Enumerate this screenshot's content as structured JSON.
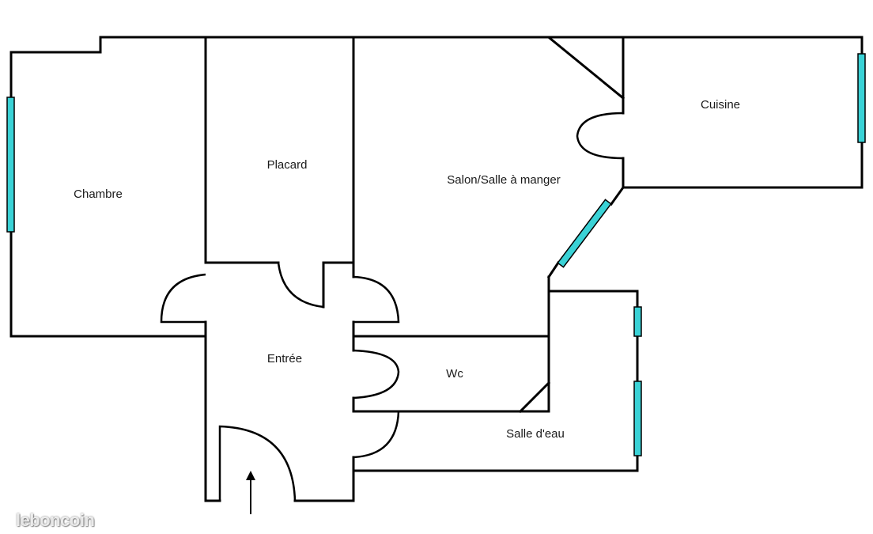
{
  "plan": {
    "colors": {
      "wall": "#000000",
      "window": "#3ad2d6",
      "background": "#ffffff"
    },
    "rooms": {
      "chambre": "Chambre",
      "placard": "Placard",
      "salon": "Salon/Salle à manger",
      "cuisine": "Cuisine",
      "entree": "Entrée",
      "wc": "Wc",
      "salle_eau": "Salle d'eau"
    },
    "entrance_marker": "arrow-up-icon"
  },
  "watermark": "leboncoin"
}
